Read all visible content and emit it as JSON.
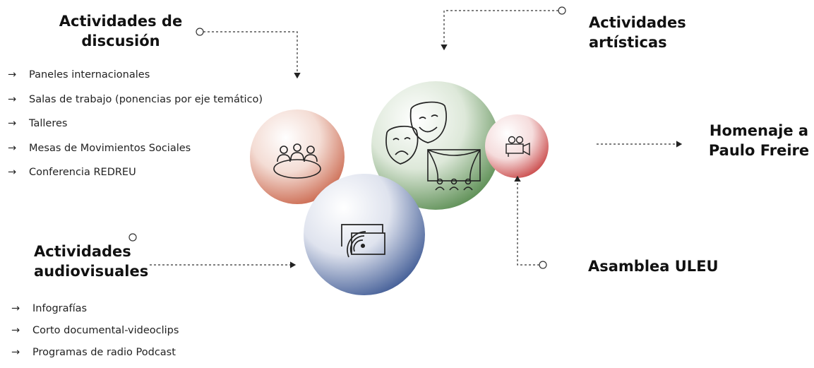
{
  "groups": {
    "discusion": {
      "title_lines": [
        "Actividades de",
        "discusión"
      ],
      "items": [
        "Paneles internacionales",
        "Salas de trabajo (ponencias por eje temático)",
        "Talleres",
        "Mesas de Movimientos Sociales",
        "Conferencia REDREU"
      ]
    },
    "artisticas": {
      "title_lines": [
        "Actividades",
        "artísticas"
      ]
    },
    "audiovisuales": {
      "title_lines": [
        "Actividades",
        "audiovisuales"
      ],
      "items": [
        "Infografías",
        "Corto documental-videoclips",
        "Programas de radio Podcast"
      ]
    },
    "homenaje": {
      "title_lines": [
        "Homenaje a",
        "Paulo Freire"
      ]
    },
    "asamblea": {
      "title": "Asamblea ULEU"
    }
  },
  "list_arrow": "→",
  "icons": {
    "discusion": "meeting-table-icon",
    "artisticas_masks": "theater-masks-icon",
    "artisticas_stage": "theater-stage-icon",
    "homenaje": "film-camera-icon",
    "audiovisuales": "wireless-screen-icon"
  },
  "colors": {
    "discusion": "#c65a3e",
    "artisticas": "#3f7a36",
    "homenaje": "#c63c3c",
    "audiovisuales": "#2c4a8a",
    "connector": "#333333"
  }
}
